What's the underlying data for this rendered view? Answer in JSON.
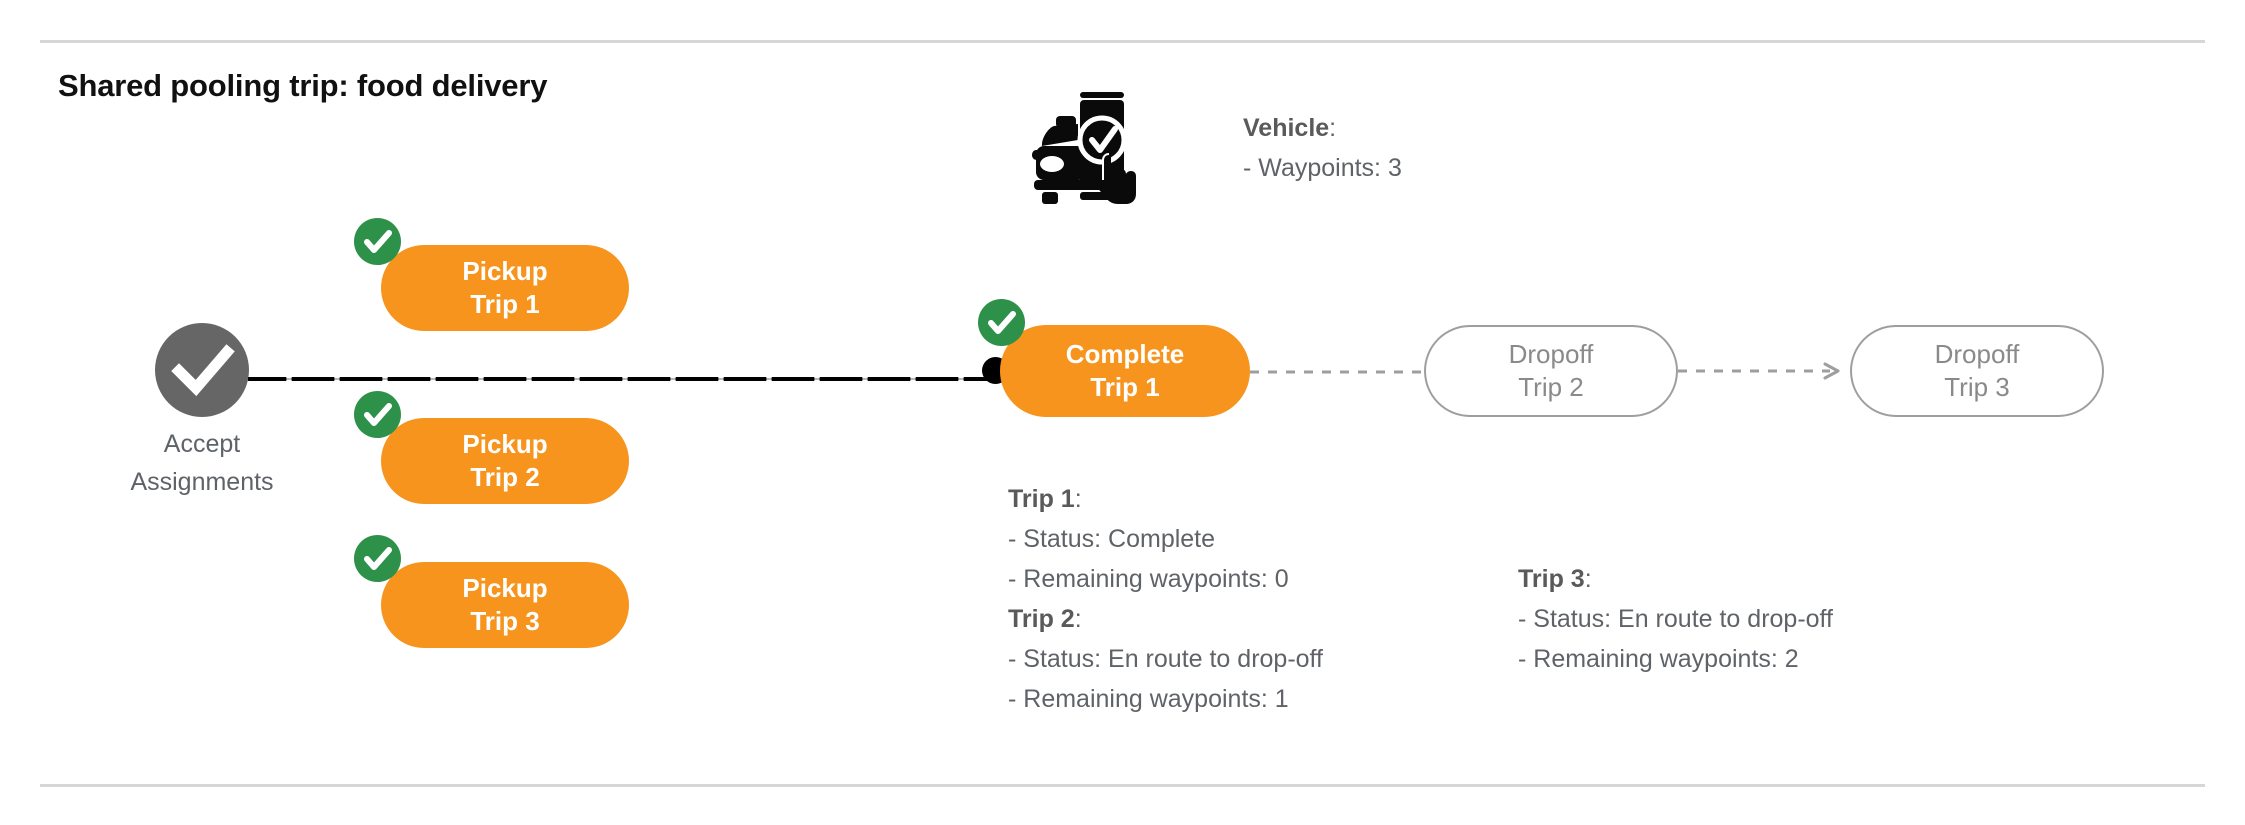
{
  "page": {
    "title": "Shared pooling trip: food delivery",
    "background": "#ffffff",
    "rule_color": "#d6d6d6"
  },
  "colors": {
    "orange": "#F7941E",
    "green": "#2E9149",
    "gray_node": "#666666",
    "gray_text": "#5f6368",
    "gray_outline": "#9e9e9e",
    "black": "#000000",
    "white": "#ffffff"
  },
  "flow": {
    "start_node": {
      "icon": "check-circle-icon",
      "label": "Accept\nAssignments"
    },
    "pickup_steps": [
      {
        "line1": "Pickup",
        "line2": "Trip 1",
        "status_icon": "check-badge-icon",
        "state": "done"
      },
      {
        "line1": "Pickup",
        "line2": "Trip 2",
        "status_icon": "check-badge-icon",
        "state": "done"
      },
      {
        "line1": "Pickup",
        "line2": "Trip 3",
        "status_icon": "check-badge-icon",
        "state": "done"
      }
    ],
    "complete_step": {
      "line1": "Complete",
      "line2": "Trip 1",
      "status_icon": "check-badge-icon",
      "state": "done"
    },
    "dropoff_steps": [
      {
        "line1": "Dropoff",
        "line2": "Trip 2",
        "state": "pending"
      },
      {
        "line1": "Dropoff",
        "line2": "Trip 3",
        "state": "pending"
      }
    ]
  },
  "vehicle": {
    "icon": "car-phone-check-icon",
    "label": "Vehicle",
    "label_suffix": ":",
    "waypoints_line": "- Waypoints: 3"
  },
  "trips": [
    {
      "heading": "Trip 1",
      "heading_suffix": ":",
      "status_line": "- Status:  Complete",
      "waypoints_line": "- Remaining waypoints: 0"
    },
    {
      "heading": "Trip 2",
      "heading_suffix": ":",
      "status_line": "- Status:  En route to drop-off",
      "waypoints_line": "- Remaining waypoints: 1"
    },
    {
      "heading": "Trip 3",
      "heading_suffix": ":",
      "status_line": "- Status:  En route to drop-off",
      "waypoints_line": "- Remaining waypoints: 2"
    }
  ]
}
